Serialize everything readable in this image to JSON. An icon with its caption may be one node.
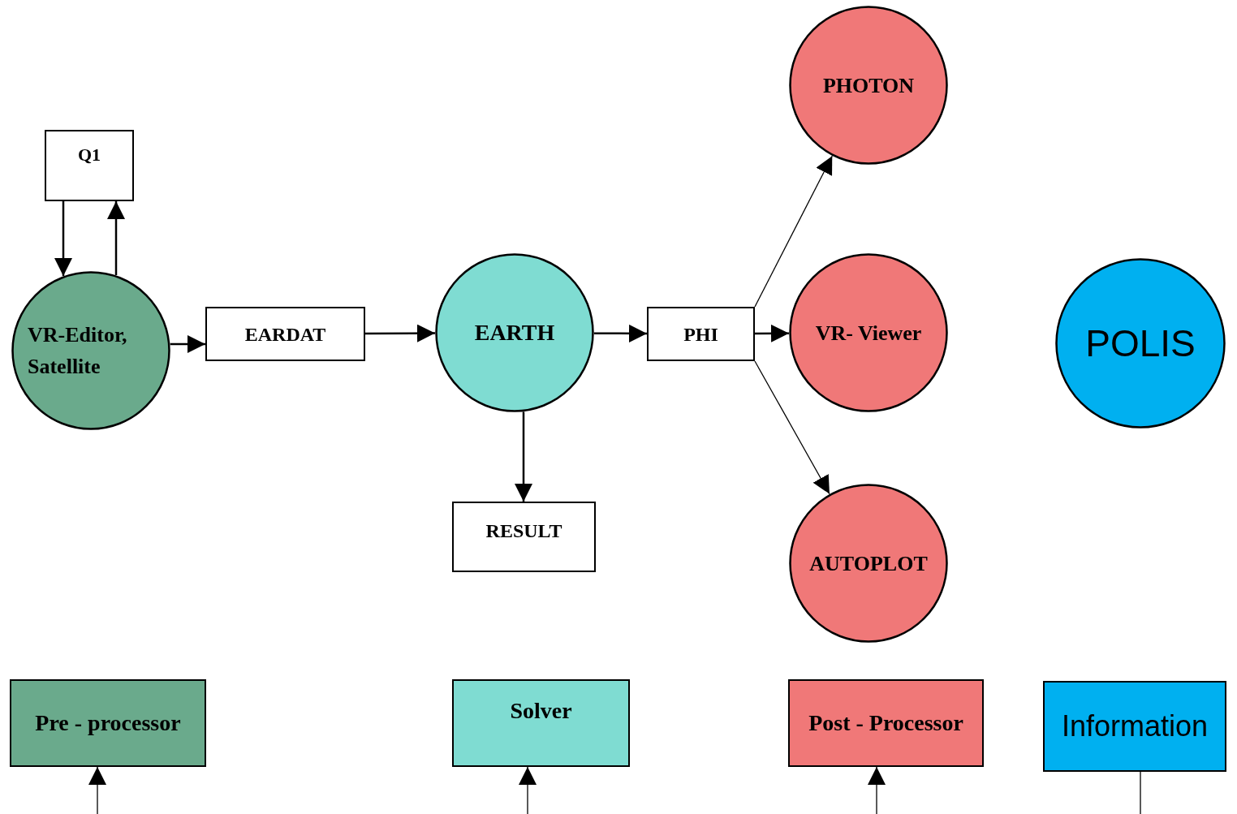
{
  "diagram": {
    "nodes": [
      {
        "text": [
          "Q1"
        ]
      },
      {
        "text": [
          "VR-Editor, Satellite"
        ]
      },
      {
        "text": [
          "EARDAT"
        ]
      },
      {
        "text": [
          "EARTH"
        ]
      },
      {
        "text": [
          "PHI"
        ]
      },
      {
        "text": [
          "PHOTON"
        ]
      },
      {
        "text": [
          "VR- Viewer"
        ]
      },
      {
        "text": [
          "AUTOPLOT"
        ]
      },
      {
        "text": [
          "RESULT"
        ]
      },
      {
        "text": [
          "POLIS"
        ]
      },
      {
        "text": [
          "Pre - processor"
        ]
      },
      {
        "text": [
          "Solver"
        ]
      },
      {
        "text": [
          "Post - Processor"
        ]
      },
      {
        "text": [
          "Information"
        ]
      }
    ],
    "edges": [
      {
        "from": 0,
        "to": 1,
        "arrow": "to"
      },
      {
        "from": 1,
        "to": 0,
        "arrow": "to"
      },
      {
        "from": 1,
        "to": 2,
        "arrow": "to"
      },
      {
        "from": 2,
        "to": 3,
        "arrow": "to"
      },
      {
        "from": 3,
        "to": 4,
        "arrow": "to"
      },
      {
        "from": 3,
        "to": 8,
        "arrow": "to"
      },
      {
        "from": 4,
        "to": 5,
        "arrow": "to"
      },
      {
        "from": 4,
        "to": 6,
        "arrow": "to"
      },
      {
        "from": 4,
        "to": 7,
        "arrow": "to"
      },
      {
        "from": null,
        "to": 10,
        "arrow": "to"
      },
      {
        "from": null,
        "to": 11,
        "arrow": "to"
      },
      {
        "from": null,
        "to": 12,
        "arrow": "to"
      },
      {
        "from": 13,
        "to": null,
        "arrow": "none"
      }
    ]
  }
}
